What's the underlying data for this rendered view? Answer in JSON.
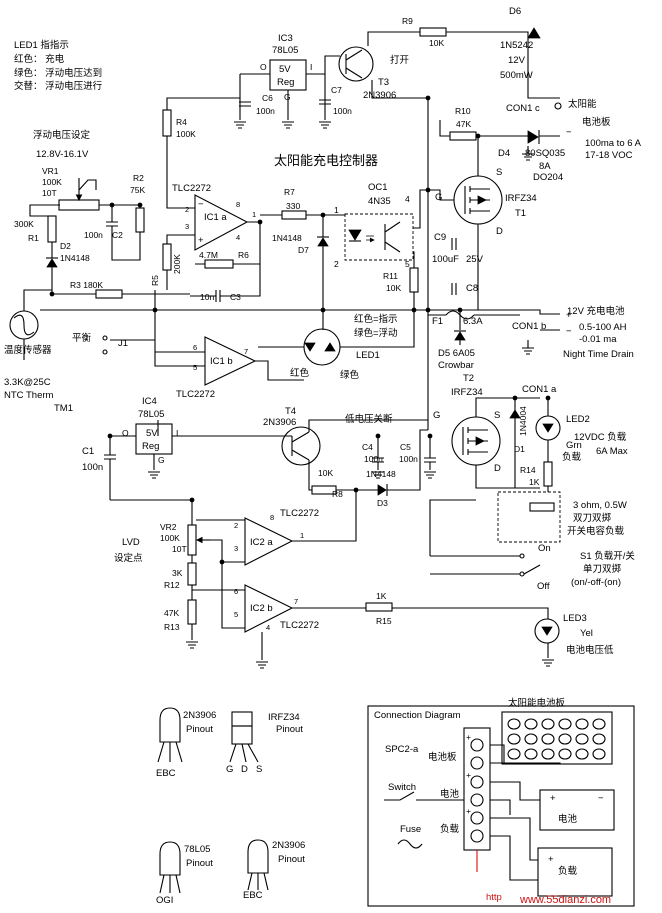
{
  "title": "太阳能充电控制器",
  "legend": {
    "l1": "LED1 指指示",
    "l2": "红色：  充电",
    "l3": "绿色：  浮动电压达到",
    "l4": "交替：  浮动电压进行"
  },
  "float": {
    "title": "浮动电压设定",
    "range": "12.8V-16.1V"
  },
  "parts": {
    "vr1": [
      "VR1",
      "100K",
      "10T"
    ],
    "r1": [
      "300K",
      "R1"
    ],
    "d2": [
      "D2",
      "1N4148"
    ],
    "c2": [
      "100n",
      "C2"
    ],
    "r2": [
      "R2",
      "75K"
    ],
    "r3": "R3 180K",
    "r4": [
      "R4",
      "100K"
    ],
    "r5": [
      "R5",
      "200K"
    ],
    "r6": [
      "4.7M",
      "R6"
    ],
    "c3": [
      "10n",
      "C3"
    ],
    "ic1a": [
      "TLC2272",
      "IC1 a",
      "8",
      "4",
      "1",
      "2",
      "3"
    ],
    "ic1b": [
      "TLC2272",
      "IC1 b",
      "6",
      "5",
      "7"
    ],
    "ic3": [
      "IC3",
      "78L05",
      "5V",
      "Reg",
      "O",
      "I",
      "G"
    ],
    "c6": [
      "C6",
      "100n"
    ],
    "c7": [
      "C7",
      "100n"
    ],
    "t3": [
      "T3",
      "2N3906",
      "打开"
    ],
    "r9": [
      "R9",
      "10K"
    ],
    "d6": [
      "D6",
      "1N5242",
      "12V",
      "500mW"
    ],
    "r7": [
      "R7",
      "330"
    ],
    "d7": [
      "1N4148",
      "D7"
    ],
    "oc1": [
      "OC1",
      "4N35",
      "1",
      "2",
      "4",
      "5"
    ],
    "r11": [
      "R11",
      "10K"
    ],
    "r10": [
      "R10",
      "47K"
    ],
    "d4": [
      "D4",
      "80SQ035",
      "8A",
      "DO204"
    ],
    "t1": [
      "IRFZ34",
      "T1",
      "G",
      "S",
      "D"
    ],
    "c9": [
      "C9",
      "100uF",
      "25V"
    ],
    "c8": "C8",
    "f1": [
      "F1",
      "6.3A"
    ],
    "d5": [
      "D5 6A05",
      "Crowbar"
    ],
    "t2": [
      "T2",
      "IRFZ34",
      "G",
      "S",
      "D"
    ],
    "led1": [
      "LED1",
      "红色",
      "绿色"
    ],
    "j1": [
      "平衡",
      "J1"
    ],
    "tm1": [
      "温度传感器",
      "3.3K@25C",
      "NTC Therm",
      "TM1"
    ],
    "ic4": [
      "IC4",
      "78L05",
      "5V",
      "Reg",
      "O",
      "I",
      "G"
    ],
    "c1": [
      "C1",
      "100n"
    ],
    "t4": [
      "T4",
      "2N3906"
    ],
    "lvd_title": "低电压关断",
    "c4": [
      "C4",
      "100n"
    ],
    "c5": [
      "C5",
      "100n"
    ],
    "d3": [
      "1N4148",
      "D3"
    ],
    "r8": [
      "10K",
      "R8"
    ],
    "ic2a": [
      "TLC2272",
      "IC2 a",
      "8",
      "2",
      "3",
      "1"
    ],
    "ic2b": [
      "TLC2272",
      "IC2 b",
      "6",
      "5",
      "4",
      "7"
    ],
    "vr2": [
      "VR2",
      "100K",
      "10T"
    ],
    "lvd": [
      "LVD",
      "设定点"
    ],
    "r12": [
      "3K",
      "R12"
    ],
    "r13": [
      "47K",
      "R13"
    ],
    "r15": [
      "1K",
      "R15"
    ],
    "led3": [
      "LED3",
      "Yel",
      "电池电压低"
    ],
    "led2": [
      "LED2",
      "Grn",
      "负载"
    ],
    "d1": [
      "1N4004",
      "D1"
    ],
    "r14": [
      "R14",
      "1K"
    ],
    "r_load": [
      "3 ohm, 0.5W",
      "双刀双掷",
      "开关电容负载"
    ],
    "s1": [
      "On",
      "S1  负载开/关",
      "Off",
      "单刀双掷",
      "(on/-off-(on)"
    ]
  },
  "right": {
    "con1c": "CON1 c",
    "solar": [
      "太阳能",
      "电池板",
      "100ma to 6 A",
      "17-18 VOC"
    ],
    "con1b": "CON1 b",
    "battery": [
      "12V 充电电池",
      "0.5-100 AH",
      "-0.01 ma",
      "Night Time Drain"
    ],
    "con1a": "CON1 a",
    "load": [
      "12VDC 负载",
      "6A Max"
    ]
  },
  "indicator": [
    "红色=指示",
    "绿色=浮动"
  ],
  "pinouts": {
    "p2n3906a": [
      "2N3906",
      "Pinout",
      "EBC"
    ],
    "irfz34": [
      "IRFZ34",
      "Pinout",
      "G",
      "D",
      "S"
    ],
    "l7805": [
      "78L05",
      "Pinout",
      "OGI"
    ],
    "p2n3906b": [
      "2N3906",
      "Pinout",
      "EBC"
    ]
  },
  "connection": {
    "title": "Connection Diagram",
    "board": "SPC2-a",
    "panel": "太阳能电池板",
    "t_solar": "电池板",
    "switch": "Switch",
    "t_batt": "电池",
    "batt_box": "电池",
    "fuse": "Fuse",
    "t_load": "负载",
    "load_box": "负载"
  },
  "watermark": [
    "http",
    "www.55dianzi.com"
  ]
}
